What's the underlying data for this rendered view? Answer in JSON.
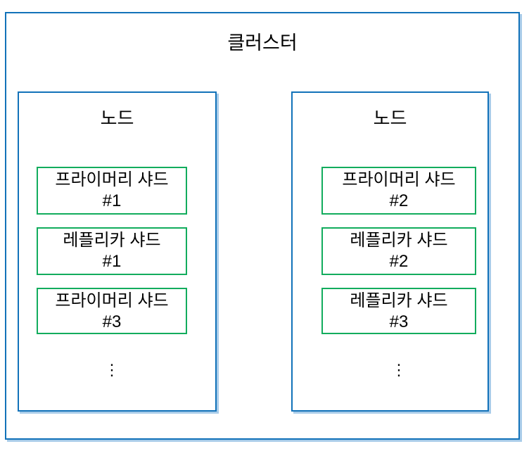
{
  "colors": {
    "blue": "#1272B9",
    "green": "#12AC5D",
    "shadow": "#A9CCE9",
    "text": "#000000"
  },
  "diagram": {
    "title": "클러스터",
    "nodes": [
      {
        "label": "노드",
        "shards": [
          {
            "name": "프라이머리 샤드",
            "number": "#1"
          },
          {
            "name": "레플리카 샤드",
            "number": "#1"
          },
          {
            "name": "프라이머리 샤드",
            "number": "#3"
          }
        ],
        "ellipsis": "⋮"
      },
      {
        "label": "노드",
        "shards": [
          {
            "name": "프라이머리 샤드",
            "number": "#2"
          },
          {
            "name": "레플리카 샤드",
            "number": "#2"
          },
          {
            "name": "레플리카 샤드",
            "number": "#3"
          }
        ],
        "ellipsis": "⋮"
      }
    ]
  }
}
